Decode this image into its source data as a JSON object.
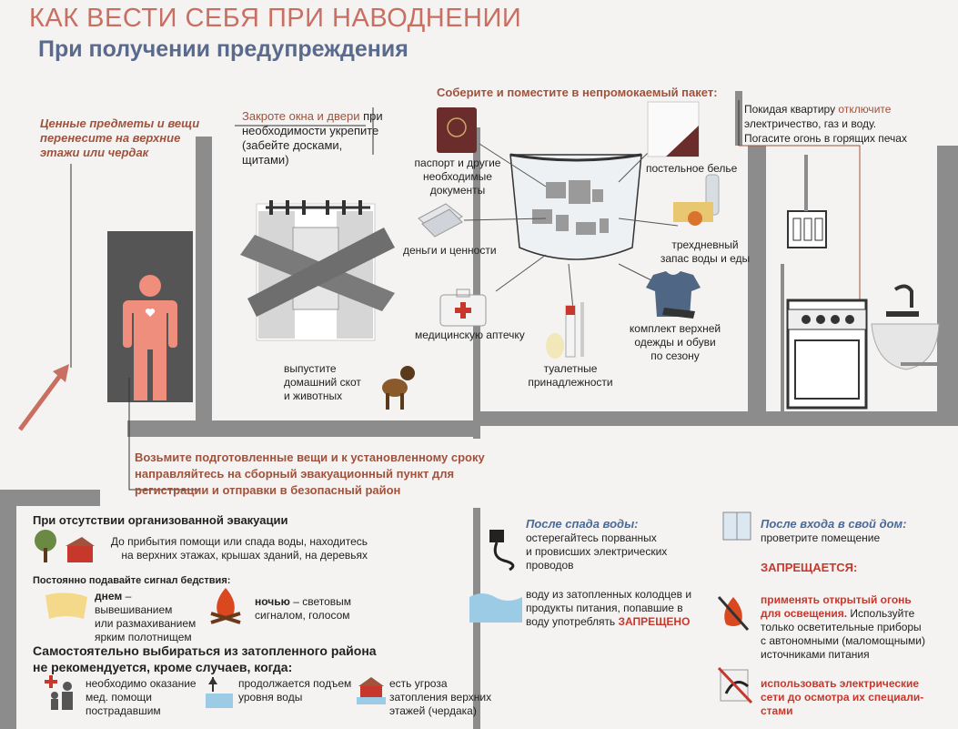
{
  "header": {
    "title": "КАК ВЕСТИ СЕБЯ ПРИ НАВОДНЕНИИ",
    "subtitle": "При получении предупреждения"
  },
  "valuables": {
    "line1": "Ценные  предметы и вещи",
    "line2": "перенесите на верхние",
    "line3": "этажи или чердак"
  },
  "windows": {
    "highlight": "Закроте  окна и двери",
    "rest1": " при",
    "line2": "необходимости  укрепите",
    "line3": "(забейте досками, щитами)"
  },
  "pack": {
    "heading": "Соберите и поместите в непромокаемый пакет:",
    "passport": [
      "паспорт и другие",
      "необходимые",
      "документы"
    ],
    "bedding": "постельное белье",
    "money": "деньги и ценности",
    "food": [
      "трехдневный",
      "запас воды и еды"
    ],
    "firstaid": "медицинскую аптечку",
    "toiletries": [
      "туалетные",
      "принадлежности"
    ],
    "clothes": [
      "комплект верхней",
      "одежды и обуви",
      "по сезону"
    ]
  },
  "leave": {
    "pre": "Покидая квартиру ",
    "highlight": "отключите",
    "line2": "электричество, газ и воду.",
    "line3": "Погасите огонь в  горящих печах"
  },
  "animals": [
    "выпустите",
    "домашний скот",
    "и животных"
  ],
  "evac": {
    "line1": "Возьмите подготовленные вещи и к установленному сроку",
    "line2": "направляйтесь на сборный эвакуационный пункт для",
    "line3": "регистрации и отправки в безопасный район"
  },
  "no_evac": {
    "heading": "При отсутствии организованной эвакуации",
    "line1": "До прибытия помощи или спада воды, находитесь",
    "line2": "на верхних этажах,  крышах зданий, на деревьях",
    "signal_heading": "Постоянно подавайте сигнал бедствия:",
    "day_bold": "днем",
    "day_rest": " – вывешиванием",
    "day_line2": "или размахиванием",
    "day_line3": "ярким полотнищем",
    "night_bold": "ночью",
    "night_rest": " – световым",
    "night_line2": "сигналом, голосом"
  },
  "self_exit": {
    "line1": "Самостоятельно выбираться из затопленного района",
    "line2": "не рекомендуется, кроме случаев, когда:",
    "case1": [
      "необходимо оказание",
      "мед. помощи",
      "пострадавшим"
    ],
    "case2": [
      "продолжается подъем",
      "уровня воды"
    ],
    "case3": [
      "есть угроза",
      "затопления верхних",
      "этажей (чердака)"
    ]
  },
  "after_water": {
    "heading": "После спада воды:",
    "line1": "остерегайтесь порванных",
    "line2": "и провисших электрических",
    "line3": "проводов",
    "water1": "воду из затопленных колодцев и",
    "water2": "продукты питания, попавшие в",
    "water3_pre": "воду употреблять ",
    "water3_bold": "ЗАПРЕЩЕНО"
  },
  "after_home": {
    "heading": "После входа в свой дом:",
    "line1": "проветрите помещение",
    "forbidden": "ЗАПРЕЩАЕТСЯ:",
    "fire1": "применять открытый огонь",
    "fire2": "для освещения.",
    "fire_rest": " Используйте",
    "fire3": "только осветительные приборы",
    "fire4": "с автономными (маломощными)",
    "fire5": "источниками питания",
    "elec1": "использовать электрические",
    "elec2": "сети до осмотра их специали-",
    "elec3": "стами"
  },
  "colors": {
    "accent": "#a0523c",
    "red": "#c8372c",
    "wall": "#8c8c8c",
    "person": "#ef8e7c",
    "blue": "#4a6a9a"
  }
}
